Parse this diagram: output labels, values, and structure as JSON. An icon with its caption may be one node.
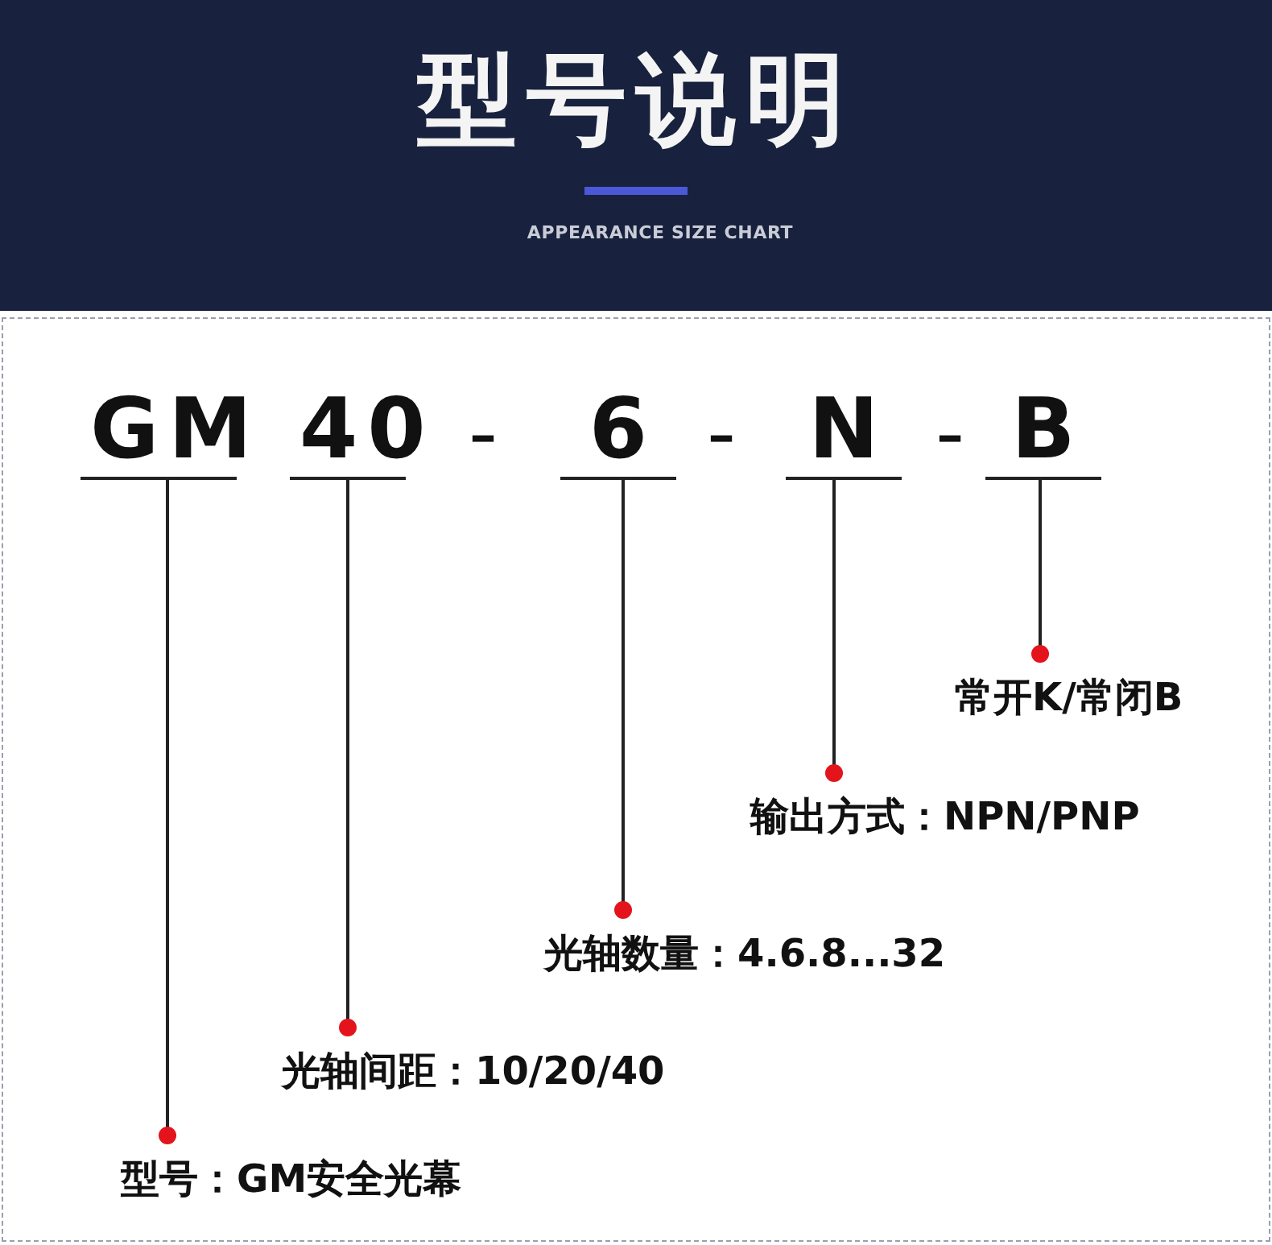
{
  "diagram": {
    "title": "型号说明",
    "nodes": [
      {
        "text": [
          "GM"
        ]
      },
      {
        "text": [
          "40"
        ]
      },
      {
        "text": [
          "6"
        ]
      },
      {
        "text": [
          "N"
        ]
      },
      {
        "text": [
          "B"
        ]
      },
      {
        "text": [
          "常开K/常闭B"
        ]
      },
      {
        "text": [
          "输出方式：NPN/PNP"
        ]
      },
      {
        "text": [
          "光轴数量：4.6.8...32"
        ]
      },
      {
        "text": [
          "光轴间距：10/20/40"
        ]
      },
      {
        "text": [
          "型号：GM安全光幕"
        ]
      }
    ],
    "edges": [
      {
        "from": 0,
        "to": 9,
        "arrow": "other"
      },
      {
        "from": 1,
        "to": 8,
        "arrow": "other"
      },
      {
        "from": 2,
        "to": 7,
        "arrow": "other"
      },
      {
        "from": 3,
        "to": 6,
        "arrow": "other"
      },
      {
        "from": 4,
        "to": 5,
        "arrow": "other"
      }
    ],
    "labels": [
      "APPEARANCE SIZE CHART",
      "-",
      "-",
      "-"
    ]
  }
}
